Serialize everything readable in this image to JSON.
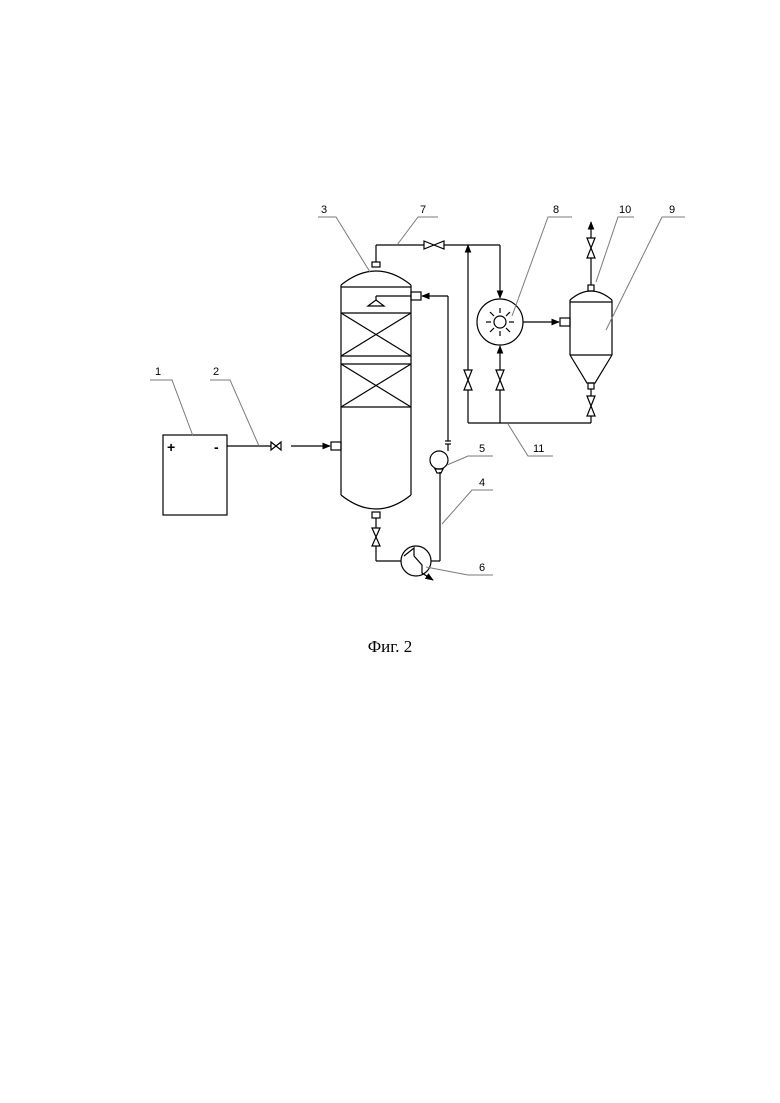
{
  "figure": {
    "caption": "Фиг. 2",
    "source": {
      "plus": "+",
      "minus": "-"
    },
    "labels": [
      "1",
      "2",
      "3",
      "4",
      "5",
      "6",
      "7",
      "8",
      "9",
      "10",
      "11"
    ]
  }
}
